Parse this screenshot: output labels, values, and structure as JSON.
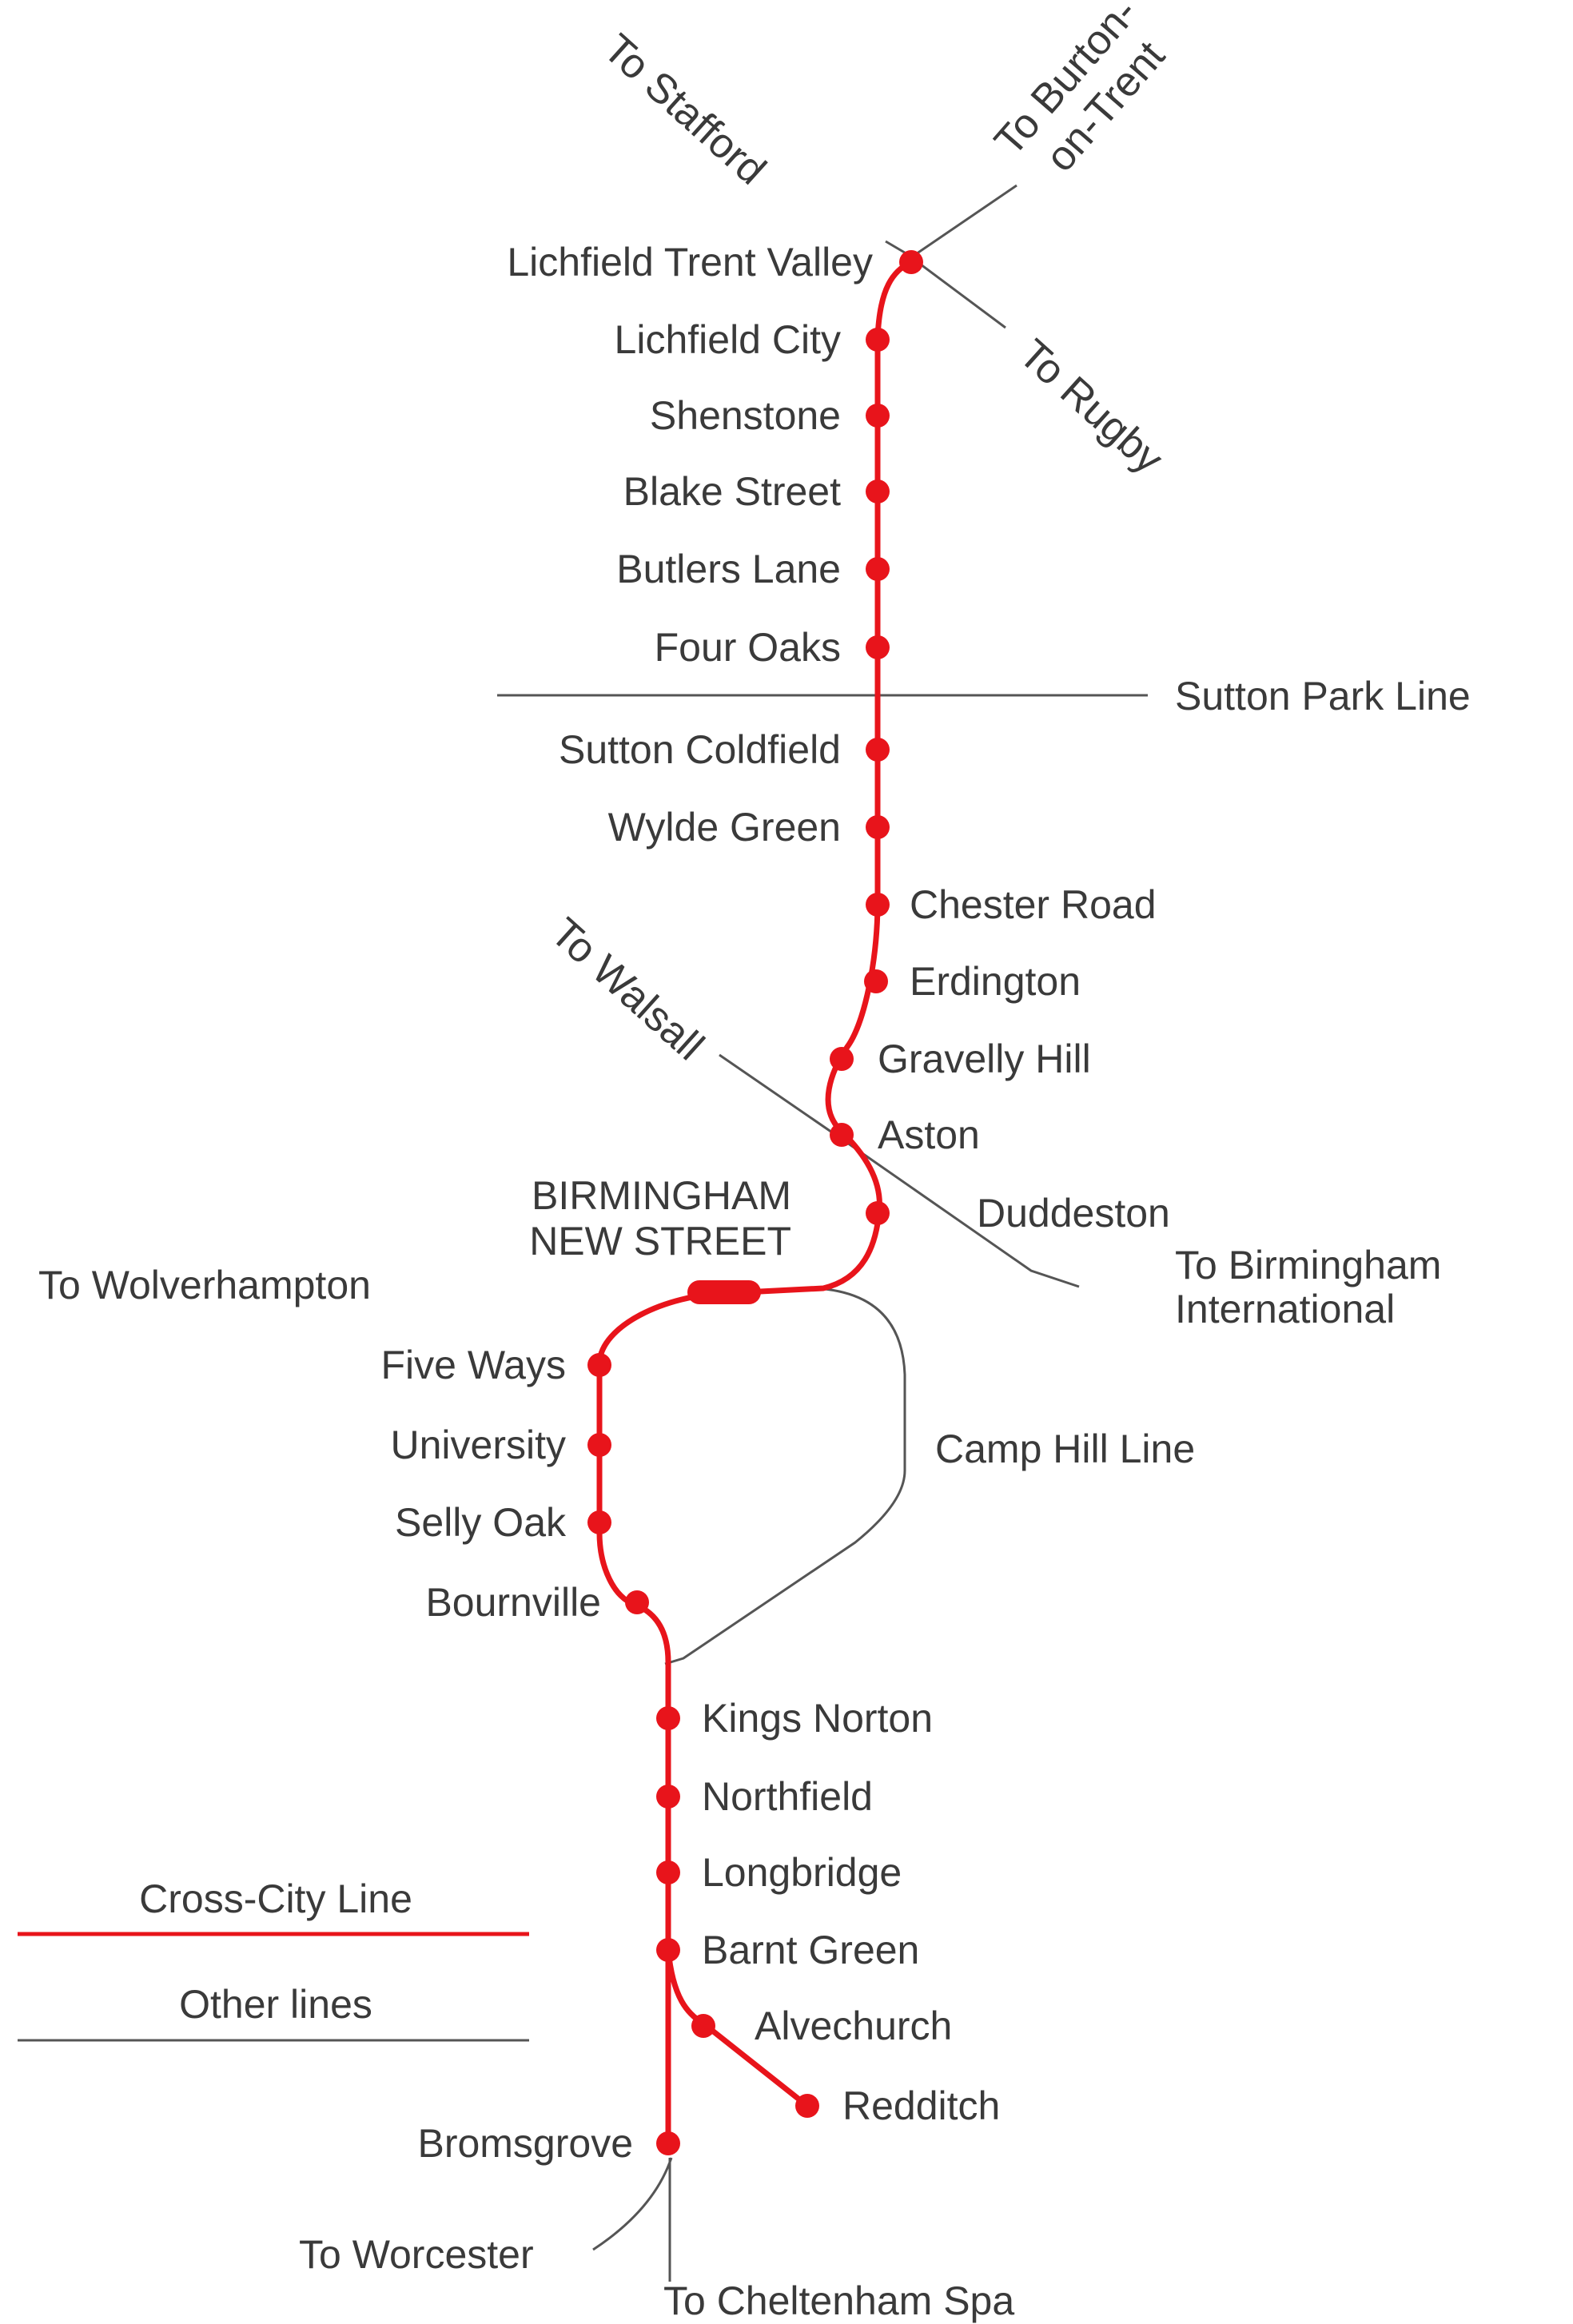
{
  "colors": {
    "line": "#e8141b",
    "other_lines": "#555555",
    "text": "#3a3a3a"
  },
  "stations": {
    "lichfield_trent_valley": "Lichfield Trent Valley",
    "lichfield_city": "Lichfield City",
    "shenstone": "Shenstone",
    "blake_street": "Blake Street",
    "butlers_lane": "Butlers Lane",
    "four_oaks": "Four Oaks",
    "sutton_coldfield": "Sutton Coldfield",
    "wylde_green": "Wylde Green",
    "chester_road": "Chester Road",
    "erdington": "Erdington",
    "gravelly_hill": "Gravelly Hill",
    "aston": "Aston",
    "duddeston": "Duddeston",
    "birmingham_new_street_line1": "BIRMINGHAM",
    "birmingham_new_street_line2": "NEW STREET",
    "five_ways": "Five Ways",
    "university": "University",
    "selly_oak": "Selly Oak",
    "bournville": "Bournville",
    "kings_norton": "Kings Norton",
    "northfield": "Northfield",
    "longbridge": "Longbridge",
    "barnt_green": "Barnt Green",
    "alvechurch": "Alvechurch",
    "redditch": "Redditch",
    "bromsgrove": "Bromsgrove"
  },
  "connections": {
    "to_stafford": "To Stafford",
    "to_burton_line1": "To Burton-",
    "to_burton_line2": "on-Trent",
    "to_rugby": "To Rugby",
    "sutton_park_line": "Sutton Park Line",
    "to_walsall": "To Walsall",
    "to_birmingham_international_line1": "To Birmingham",
    "to_birmingham_international_line2": "International",
    "to_wolverhampton": "To Wolverhampton",
    "camp_hill_line": "Camp Hill Line",
    "to_worcester": "To Worcester",
    "to_cheltenham_spa": "To Cheltenham Spa"
  },
  "legend": {
    "cross_city_line": "Cross-City Line",
    "other_lines": "Other lines"
  }
}
